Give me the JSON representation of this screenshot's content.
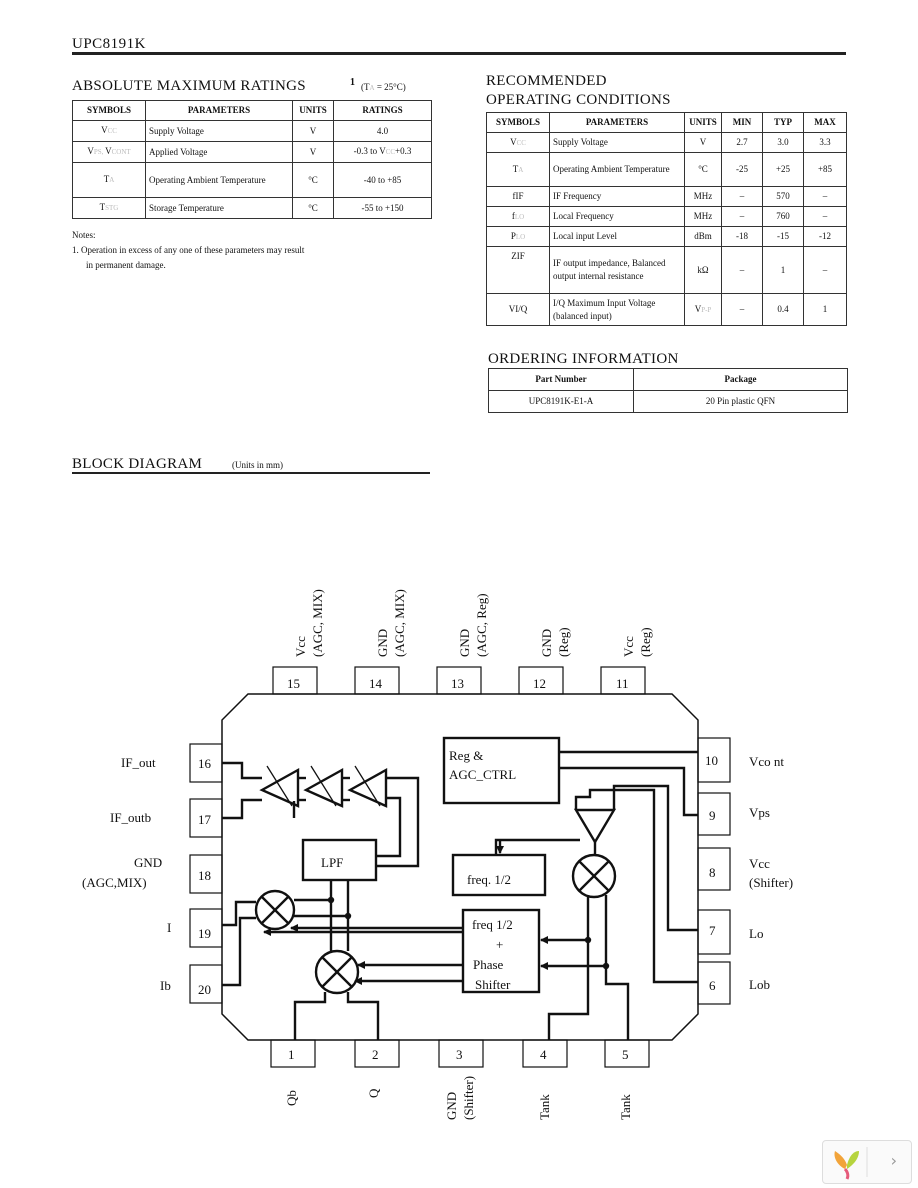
{
  "header": {
    "title": "UPC8191K"
  },
  "abs_max": {
    "title": "ABSOLUTE MAXIMUM RATINGS",
    "note_ref": "1",
    "condition_pre": "(T",
    "condition_sub": "A",
    "condition_post": " = 25°C)",
    "columns": [
      "SYMBOLS",
      "PARAMETERS",
      "UNITS",
      "RATINGS"
    ],
    "rows": [
      {
        "sym": "V",
        "sym_sub": "CC",
        "param": "Supply Voltage",
        "unit": "V",
        "rating": "4.0"
      },
      {
        "sym": "V",
        "sym_sub": "PS, ",
        "sym2": "V",
        "sym2_sub": "CONT",
        "param": "Applied Voltage",
        "unit": "V",
        "rating_pre": "-0.3 to V",
        "rating_sub": "CC",
        "rating_post": "+0.3"
      },
      {
        "sym": "T",
        "sym_sub": "A",
        "param": "Operating Ambient Temperature",
        "unit": "°C",
        "rating": "-40 to +85"
      },
      {
        "sym": "T",
        "sym_sub": "STG",
        "param": "Storage Temperature",
        "unit": "°C",
        "rating": "-55 to +150"
      }
    ],
    "notes_label": "Notes:",
    "note1": "1.  Operation in excess of any one of these parameters may result",
    "note1b": "in permanent damage."
  },
  "rec_op": {
    "title1": "RECOMMENDED",
    "title2": "OPERATING CONDITIONS",
    "columns": [
      "SYMBOLS",
      "PARAMETERS",
      "UNITS",
      "MIN",
      "TYP",
      "MAX"
    ],
    "rows": [
      {
        "sym": "V",
        "sym_sub": "CC",
        "param": "Supply Voltage",
        "unit": "V",
        "min": "2.7",
        "typ": "3.0",
        "max": "3.3"
      },
      {
        "sym": "T",
        "sym_sub": "A",
        "param": "Operating Ambient Temperature",
        "unit": "°C",
        "min": "-25",
        "typ": "+25",
        "max": "+85"
      },
      {
        "sym": "fIF",
        "sym_sub": "",
        "param": "IF Frequency",
        "unit": "MHz",
        "min": "–",
        "typ": "570",
        "max": "–"
      },
      {
        "sym": "f",
        "sym_sub": "LO",
        "param": "Local Frequency",
        "unit": "MHz",
        "min": "–",
        "typ": "760",
        "max": "–"
      },
      {
        "sym": "P",
        "sym_sub": "LO",
        "param": "Local input Level",
        "unit": "dBm",
        "min": "-18",
        "typ": "-15",
        "max": "-12"
      },
      {
        "sym": "ZIF",
        "sym_sub": "",
        "param": "IF output impedance, Balanced output internal resistance",
        "unit": "kΩ",
        "min": "–",
        "typ": "1",
        "max": "–"
      },
      {
        "sym": "VI/Q",
        "sym_sub": "",
        "param": "I/Q Maximum Input Voltage (balanced input)",
        "unit": "V",
        "unit_sub": "P-P",
        "min": "–",
        "typ": "0.4",
        "max": "1"
      }
    ]
  },
  "ordering": {
    "title": "ORDERING INFORMATION",
    "columns": [
      "Part Number",
      "Package"
    ],
    "rows": [
      {
        "part": "UPC8191K-E1-A",
        "package": "20 Pin plastic QFN"
      }
    ]
  },
  "block": {
    "title": "BLOCK DIAGRAM",
    "units": "(Units in mm)",
    "top_pins": [
      {
        "num": "15",
        "l1": "Vcc",
        "l2": "(AGC, MIX)"
      },
      {
        "num": "14",
        "l1": "GND",
        "l2": "(AGC, MIX)"
      },
      {
        "num": "13",
        "l1": "GND",
        "l2": "(AGC, Reg)"
      },
      {
        "num": "12",
        "l1": "GND",
        "l2": "(Reg)"
      },
      {
        "num": "11",
        "l1": "Vcc",
        "l2": "(Reg)"
      }
    ],
    "left_pins": [
      {
        "num": "16",
        "l1": "IF_out",
        "l2": ""
      },
      {
        "num": "17",
        "l1": "IF_outb",
        "l2": ""
      },
      {
        "num": "18",
        "l1": "GND",
        "l2": "(AGC,MIX)"
      },
      {
        "num": "19",
        "l1": "I",
        "l2": ""
      },
      {
        "num": "20",
        "l1": "Ib",
        "l2": ""
      }
    ],
    "right_pins": [
      {
        "num": "10",
        "l1": "Vco nt",
        "l2": ""
      },
      {
        "num": "9",
        "l1": "Vps",
        "l2": ""
      },
      {
        "num": "8",
        "l1": "Vcc",
        "l2": "(Shifter)"
      },
      {
        "num": "7",
        "l1": "Lo",
        "l2": ""
      },
      {
        "num": "6",
        "l1": "Lob",
        "l2": ""
      }
    ],
    "bottom_pins": [
      {
        "num": "1",
        "l1": "Qb",
        "l2": ""
      },
      {
        "num": "2",
        "l1": "Q",
        "l2": ""
      },
      {
        "num": "3",
        "l1": "GND",
        "l2": "(Shifter)"
      },
      {
        "num": "4",
        "l1": "Tank",
        "l2": ""
      },
      {
        "num": "5",
        "l1": "Tank",
        "l2": ""
      }
    ],
    "blocks": {
      "reg1": "Reg &",
      "reg2": "AGC_CTRL",
      "lpf": "LPF",
      "freq_half": "freq. 1/2",
      "shift1": "freq 1/2",
      "shift2": "+",
      "shift3": "Phase",
      "shift4": "Shifter"
    }
  }
}
